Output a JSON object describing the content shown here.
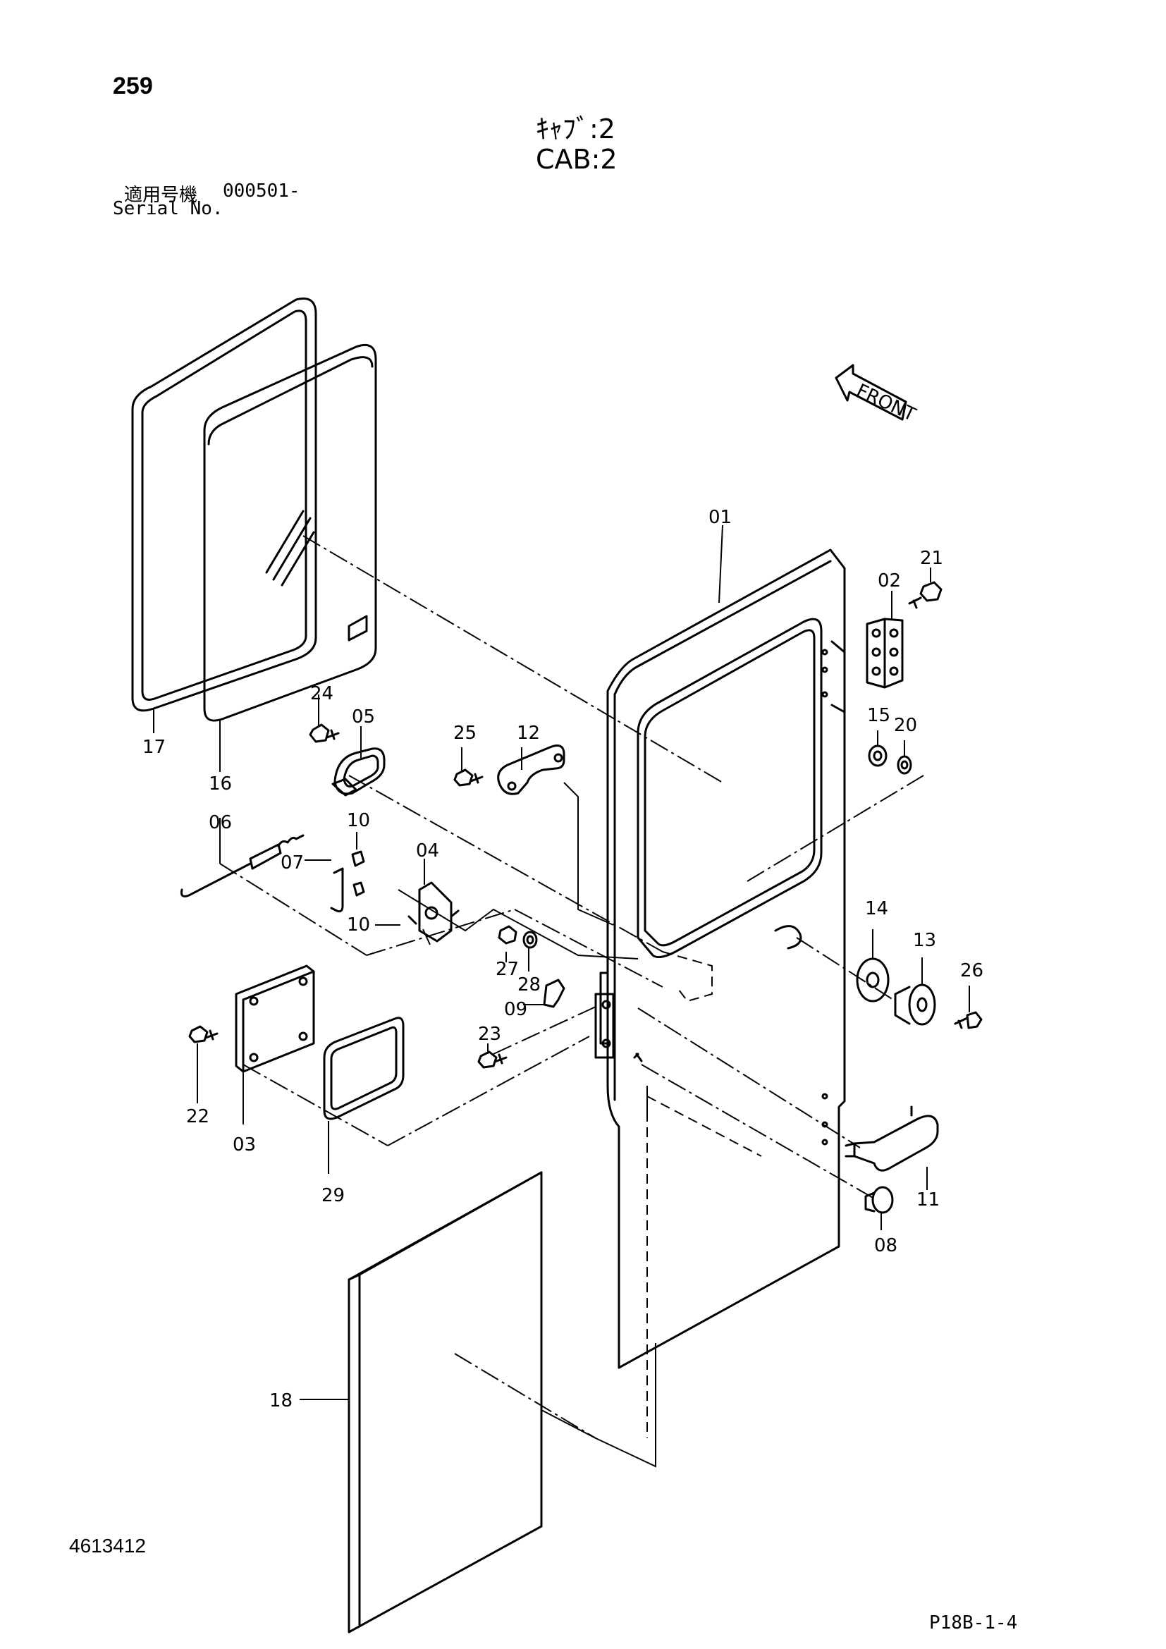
{
  "header": {
    "page_number": "259",
    "title_jp": "ｷｬﾌﾞ:2",
    "title_en": "CAB:2",
    "serial_label_jp": "適用号機",
    "serial_value": "000501-",
    "serial_label_en": "Serial No."
  },
  "diagram": {
    "direction_label": "FRONT",
    "part_labels": [
      "01",
      "02",
      "03",
      "04",
      "05",
      "06",
      "07",
      "08",
      "09",
      "10",
      "10",
      "11",
      "12",
      "13",
      "14",
      "15",
      "16",
      "17",
      "18",
      "20",
      "21",
      "22",
      "23",
      "24",
      "25",
      "26",
      "27",
      "28",
      "29"
    ]
  },
  "footer": {
    "doc_number": "4613412",
    "page_code": "P18B-1-4"
  }
}
